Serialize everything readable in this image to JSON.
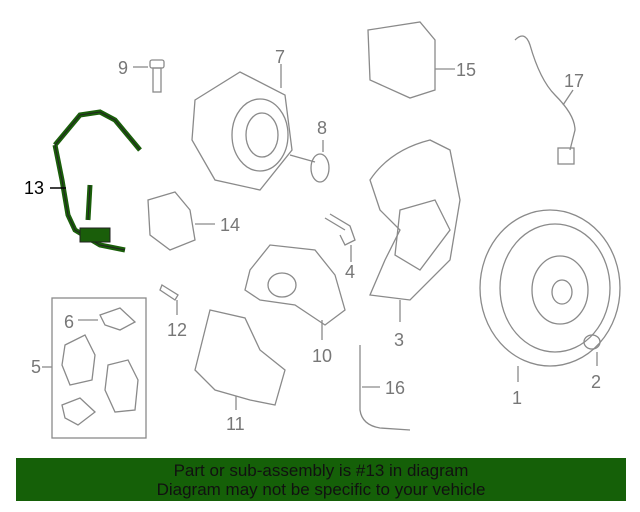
{
  "colors": {
    "highlight": "#1a5e0a",
    "banner": "#156008",
    "parts": "#8a8a8a"
  },
  "callouts": {
    "p1": "1",
    "p2": "2",
    "p3": "3",
    "p4": "4",
    "p5": "5",
    "p6": "6",
    "p7": "7",
    "p8": "8",
    "p9": "9",
    "p10": "10",
    "p11": "11",
    "p12": "12",
    "p13": "13",
    "p14": "14",
    "p15": "15",
    "p16": "16",
    "p17": "17"
  },
  "banner": {
    "line1": "Part or sub-assembly is #13 in diagram",
    "line2": "Diagram may not be specific to your vehicle"
  }
}
